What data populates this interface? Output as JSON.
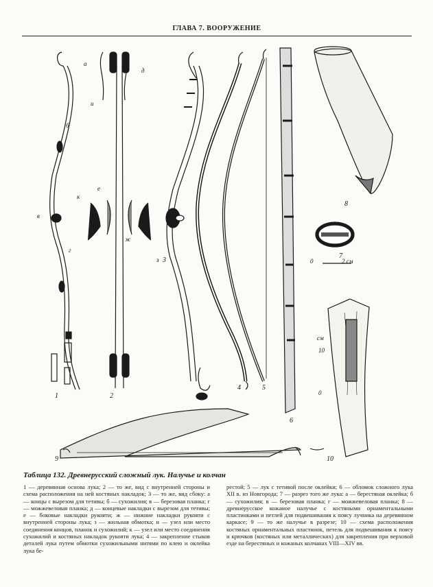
{
  "header": {
    "chapter": "ГЛАВА 7. ВООРУЖЕНИЕ"
  },
  "figure": {
    "numbers": [
      "1",
      "2",
      "3",
      "4",
      "5",
      "6",
      "7",
      "8",
      "9",
      "10"
    ],
    "letters": [
      "а",
      "б",
      "в",
      "г",
      "д",
      "е",
      "ж",
      "з",
      "и",
      "к"
    ],
    "scale_labels": [
      "0",
      "2 см",
      "см",
      "10",
      "0"
    ]
  },
  "caption": {
    "title": "Таблица 132. Древнерусский сложный лук. Налучье и колчан",
    "col_left": "1 — деревянная основа лука; 2 — то же, вид с внутренней стороны и схема расположения на ней костяных накладок; 3 — то же, вид сбоку: а — концы с вырезом для тетивы; б — сухожилия; в — березовая планка; г — можжевеловая планка; д — концевые накладки с вырезом для тетивы; е — боковые накладки рукояти; ж — нижние накладки рукояти с внутренней стороны лука; з — жильная обмотка; и — узел или место соединения концов, планок и сухожилий; к — узел или место соединения сухожилий и костяных накладок рукояти лука; 4 — закрепление стыков деталей лука путем обмотки сухожильными нитями по клею и оклейка лука бе-",
    "col_right": "рестой; 5 — лук с тетивой после оклейки; 6 — обломок сложного лука XII в. из Новгорода; 7 — разрез того же лука: а — берестяная оклейка; б — сухожилия; в — березовая планка; г — можжевеловая планка; 8 — древнерусское кожаное налучье с костяными орнаментальными пластинками и петлей для подвешивания к поясу лучника на деревянном каркасе; 9 — то же налучье в разрезе; 10 — схема расположения костяных орнаментальных пластинок, петель для подвешивания к поясу и крючков (костяных или металлических) для закрепления при верховой езде на берестяных и кожаных колчанах VIII—XIV вв."
  }
}
